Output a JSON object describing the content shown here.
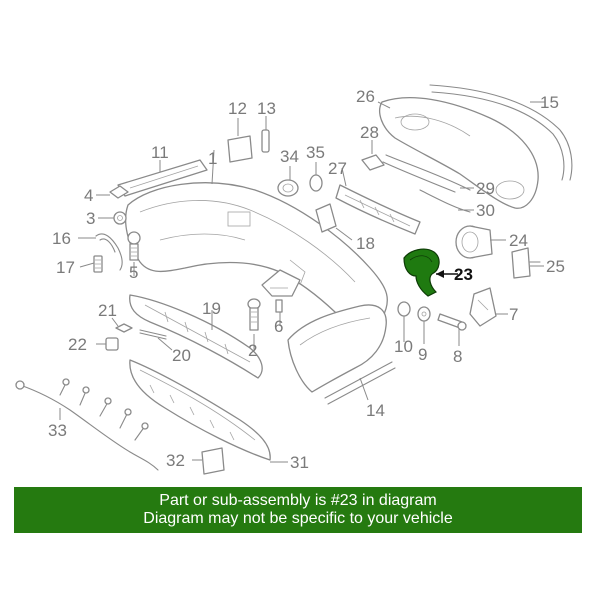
{
  "diagram": {
    "highlight_color": "#1f7a10",
    "highlighted_part": "23",
    "callouts": {
      "p1": "1",
      "p2": "2",
      "p3": "3",
      "p4": "4",
      "p5": "5",
      "p6": "6",
      "p7": "7",
      "p8": "8",
      "p9": "9",
      "p10": "10",
      "p11": "11",
      "p12": "12",
      "p13": "13",
      "p14": "14",
      "p15": "15",
      "p16": "16",
      "p17": "17",
      "p18": "18",
      "p19": "19",
      "p20": "20",
      "p21": "21",
      "p22": "22",
      "p23": "23",
      "p24": "24",
      "p25": "25",
      "p26": "26",
      "p27": "27",
      "p28": "28",
      "p29": "29",
      "p30": "30",
      "p31": "31",
      "p32": "32",
      "p33": "33",
      "p34": "34",
      "p35": "35"
    }
  },
  "banner": {
    "background": "#257a10",
    "line1": "Part or sub-assembly is #23 in diagram",
    "line2": "Diagram may not be specific to your vehicle"
  }
}
